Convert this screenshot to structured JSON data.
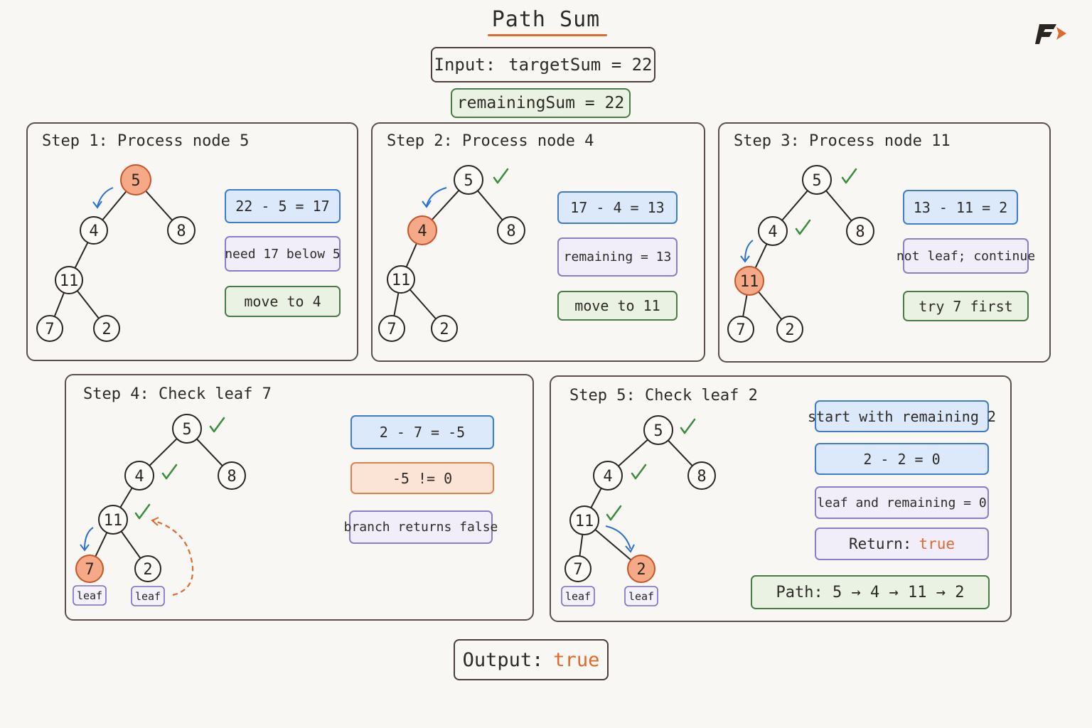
{
  "title": "Path Sum",
  "header": {
    "input_label": "Input:",
    "input_value": "targetSum = 22",
    "remaining": "remainingSum = 22"
  },
  "colors": {
    "accent_orange": "#e0692e",
    "blue": "#3f7bd0",
    "purple": "#8b7ec9",
    "green_check": "#3d8b3d"
  },
  "steps": [
    {
      "title": "Step 1: Process node 5",
      "nodes": [
        "5",
        "4",
        "8",
        "11",
        "7",
        "2"
      ],
      "info": [
        "22 - 5 = 17",
        "need 17 below 5",
        "move to 4"
      ]
    },
    {
      "title": "Step 2: Process node 4",
      "nodes": [
        "5",
        "4",
        "8",
        "11",
        "7",
        "2"
      ],
      "info": [
        "17 - 4 = 13",
        "remaining = 13",
        "move to 11"
      ]
    },
    {
      "title": "Step 3: Process node 11",
      "nodes": [
        "5",
        "4",
        "8",
        "11",
        "7",
        "2"
      ],
      "info": [
        "13 - 11 = 2",
        "not leaf; continue",
        "try 7 first"
      ]
    },
    {
      "title": "Step 4: Check leaf 7",
      "nodes": [
        "5",
        "4",
        "8",
        "11",
        "7",
        "2"
      ],
      "tags": [
        "leaf",
        "leaf"
      ],
      "info": [
        "2 - 7 = -5",
        "-5 != 0",
        "branch returns false"
      ]
    },
    {
      "title": "Step 5: Check leaf 2",
      "nodes": [
        "5",
        "4",
        "8",
        "11",
        "7",
        "2"
      ],
      "tags": [
        "leaf",
        "leaf"
      ],
      "info": [
        "start with remaining 2",
        "2 - 2 = 0",
        "leaf and remaining = 0"
      ],
      "return_label": "Return:",
      "return_value": "true",
      "path": "Path: 5 → 4 → 11 → 2"
    }
  ],
  "output": {
    "label": "Output:",
    "value": "true"
  }
}
